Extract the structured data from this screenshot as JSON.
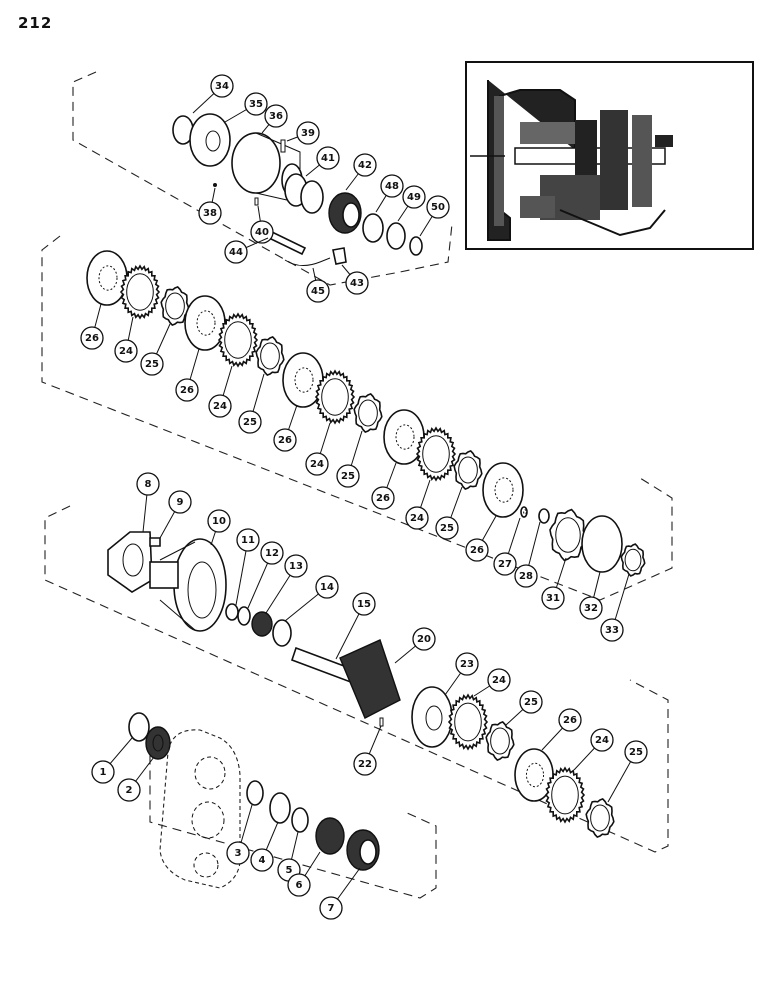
{
  "page": {
    "number": "212"
  },
  "callouts": [
    {
      "id": "c34",
      "label": "34"
    },
    {
      "id": "c35",
      "label": "35"
    },
    {
      "id": "c36",
      "label": "36"
    },
    {
      "id": "c39",
      "label": "39"
    },
    {
      "id": "c41",
      "label": "41"
    },
    {
      "id": "c42",
      "label": "42"
    },
    {
      "id": "c48",
      "label": "48"
    },
    {
      "id": "c49",
      "label": "49"
    },
    {
      "id": "c50",
      "label": "50"
    },
    {
      "id": "c38",
      "label": "38"
    },
    {
      "id": "c40",
      "label": "40"
    },
    {
      "id": "c44",
      "label": "44"
    },
    {
      "id": "c45",
      "label": "45"
    },
    {
      "id": "c43",
      "label": "43"
    },
    {
      "id": "c26a",
      "label": "26"
    },
    {
      "id": "c24a",
      "label": "24"
    },
    {
      "id": "c25a",
      "label": "25"
    },
    {
      "id": "c26b",
      "label": "26"
    },
    {
      "id": "c24b",
      "label": "24"
    },
    {
      "id": "c25b",
      "label": "25"
    },
    {
      "id": "c26c",
      "label": "26"
    },
    {
      "id": "c24c",
      "label": "24"
    },
    {
      "id": "c25c",
      "label": "25"
    },
    {
      "id": "c26d",
      "label": "26"
    },
    {
      "id": "c24d",
      "label": "24"
    },
    {
      "id": "c25d",
      "label": "25"
    },
    {
      "id": "c26e",
      "label": "26"
    },
    {
      "id": "c27",
      "label": "27"
    },
    {
      "id": "c28",
      "label": "28"
    },
    {
      "id": "c31",
      "label": "31"
    },
    {
      "id": "c32",
      "label": "32"
    },
    {
      "id": "c33",
      "label": "33"
    },
    {
      "id": "c8",
      "label": "8"
    },
    {
      "id": "c9",
      "label": "9"
    },
    {
      "id": "c10",
      "label": "10"
    },
    {
      "id": "c11",
      "label": "11"
    },
    {
      "id": "c12",
      "label": "12"
    },
    {
      "id": "c13",
      "label": "13"
    },
    {
      "id": "c14",
      "label": "14"
    },
    {
      "id": "c15",
      "label": "15"
    },
    {
      "id": "c20",
      "label": "20"
    },
    {
      "id": "c23",
      "label": "23"
    },
    {
      "id": "c24e",
      "label": "24"
    },
    {
      "id": "c25e",
      "label": "25"
    },
    {
      "id": "c26f",
      "label": "26"
    },
    {
      "id": "c24f",
      "label": "24"
    },
    {
      "id": "c25f",
      "label": "25"
    },
    {
      "id": "c22",
      "label": "22"
    },
    {
      "id": "c1",
      "label": "1"
    },
    {
      "id": "c2",
      "label": "2"
    },
    {
      "id": "c3",
      "label": "3"
    },
    {
      "id": "c4",
      "label": "4"
    },
    {
      "id": "c5",
      "label": "5"
    },
    {
      "id": "c6",
      "label": "6"
    },
    {
      "id": "c7",
      "label": "7"
    }
  ]
}
